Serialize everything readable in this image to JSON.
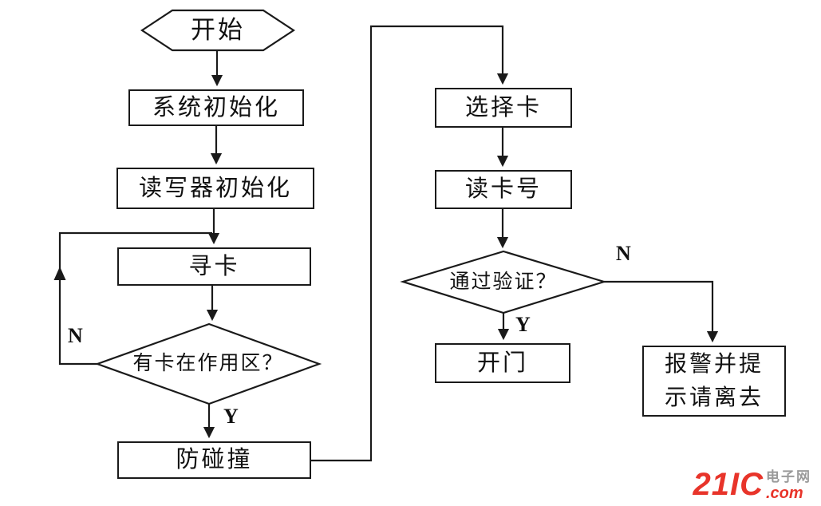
{
  "diagram": {
    "nodes": {
      "start": "开始",
      "sys_init": "系统初始化",
      "reader_init": "读写器初始化",
      "seek_card": "寻卡",
      "card_in_area": "有卡在作用区？",
      "anticollision": "防碰撞",
      "select_card": "选择卡",
      "read_card_no": "读卡号",
      "verify": "通过验证？",
      "open_door": "开门",
      "alarm_line1": "报警并提",
      "alarm_line2": "示请离去"
    },
    "branch_labels": {
      "card_in_area_no": "N",
      "card_in_area_yes": "Y",
      "verify_yes": "Y",
      "verify_no": "N"
    },
    "colors": {
      "line": "#1a1a1a",
      "text": "#111111",
      "background": "#ffffff"
    }
  },
  "watermark": {
    "brand": "21IC",
    "suffix": "电子网",
    "domain": ".com",
    "brand_color": "#e8342a",
    "suffix_color": "#9a9a9a"
  }
}
